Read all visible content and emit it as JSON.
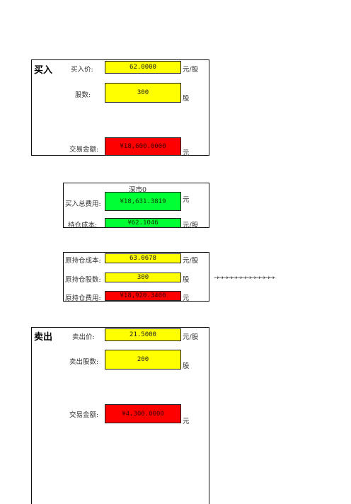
{
  "buy": {
    "title": "买入",
    "price_label": "买入价:",
    "price_value": "62.0000",
    "price_unit": "元/股",
    "shares_label": "股数:",
    "shares_value": "300",
    "shares_unit": "股",
    "amount_label": "交易金额:",
    "amount_value": "¥18,600.0000",
    "amount_unit": "元"
  },
  "cost": {
    "market": "深市0",
    "total_label": "买入总费用:",
    "total_value": "¥18,631.3819",
    "total_unit": "元",
    "hold_label": "持仓成本:",
    "hold_value": "¥62.1046",
    "hold_unit": "元/股"
  },
  "original": {
    "cost_label": "原持仓成本:",
    "cost_value": "63.0678",
    "cost_unit": "元/股",
    "shares_label": "原持仓股数:",
    "shares_value": "300",
    "shares_unit": "股",
    "fee_label": "原持仓费用:",
    "fee_value": "¥18,920.3400",
    "fee_unit": "元",
    "arrows": "→→→→→→→→→→→→→·"
  },
  "sell": {
    "title": "卖出",
    "price_label": "卖出价:",
    "price_value": "21.5000",
    "price_unit": "元/股",
    "shares_label": "卖出股数:",
    "shares_value": "200",
    "shares_unit": "股",
    "amount_label": "交易金额:",
    "amount_value": "¥4,300.0000",
    "amount_unit": "元"
  },
  "colors": {
    "input": "#ffff00",
    "amount": "#ff0000",
    "result": "#00ff33"
  }
}
